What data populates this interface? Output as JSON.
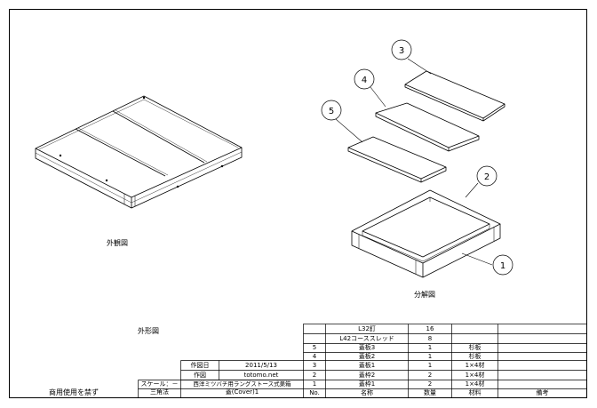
{
  "drawing": {
    "exterior_view_label": "外観図",
    "exploded_view_label": "分解図",
    "outline_label": "外形図",
    "balloons": [
      "1",
      "2",
      "3",
      "4",
      "5"
    ]
  },
  "title_block": {
    "commercial_notice": "商用使用を禁ず",
    "scale_label": "スケール：－",
    "projection": "三角法",
    "date_label": "作図日",
    "date_value": "2011/5/13",
    "author_label": "作図",
    "author_value": "totomo.net",
    "title_line1": "西洋ミツバチ用ラングストース式巣箱",
    "title_line2": "蓋(Cover)1"
  },
  "parts_header": {
    "no": "No.",
    "name": "名称",
    "qty": "数量",
    "material": "材料",
    "remarks": "備考"
  },
  "parts": [
    {
      "no": "",
      "name": "L32釘",
      "qty": "16",
      "material": "",
      "remarks": ""
    },
    {
      "no": "",
      "name": "L42コーススレッド",
      "qty": "8",
      "material": "",
      "remarks": ""
    },
    {
      "no": "5",
      "name": "蓋板3",
      "qty": "1",
      "material": "杉板",
      "remarks": ""
    },
    {
      "no": "4",
      "name": "蓋板2",
      "qty": "1",
      "material": "杉板",
      "remarks": ""
    },
    {
      "no": "3",
      "name": "蓋板1",
      "qty": "1",
      "material": "1×4材",
      "remarks": ""
    },
    {
      "no": "2",
      "name": "蓋枠2",
      "qty": "2",
      "material": "1×4材",
      "remarks": ""
    },
    {
      "no": "1",
      "name": "蓋枠1",
      "qty": "2",
      "material": "1×4材",
      "remarks": ""
    }
  ]
}
